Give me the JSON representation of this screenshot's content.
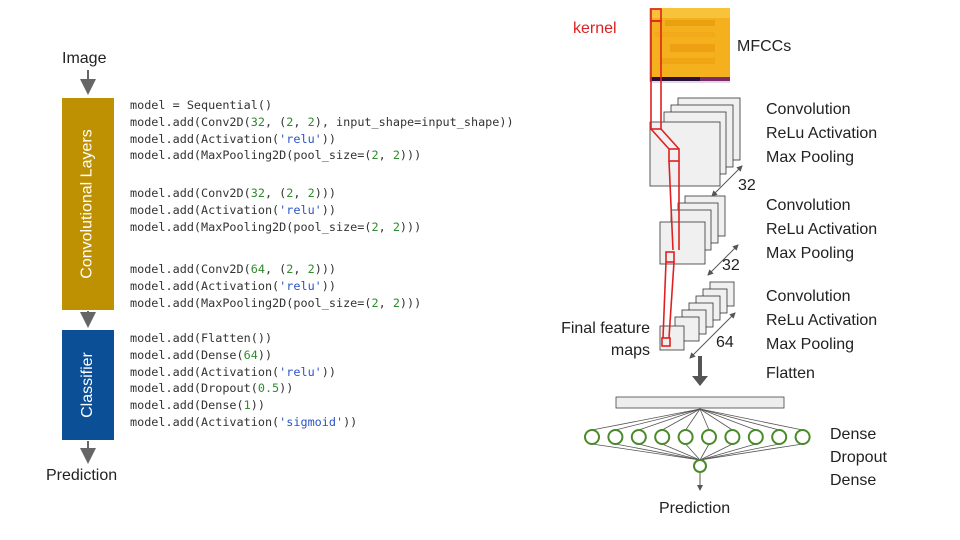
{
  "left": {
    "input_label": "Image",
    "conv_block_label": "Convolutional Layers",
    "classifier_block_label": "Classifier",
    "output_label": "Prediction",
    "colors": {
      "conv_block": "#be9102",
      "classifier_block": "#0b4f97",
      "arrow": "#666666"
    }
  },
  "code_groups": [
    {
      "lines": [
        [
          {
            "t": "model = Sequential()"
          }
        ],
        [
          {
            "t": "model.add(Conv2D("
          },
          {
            "t": "32",
            "c": "num"
          },
          {
            "t": ", ("
          },
          {
            "t": "2",
            "c": "num"
          },
          {
            "t": ", "
          },
          {
            "t": "2",
            "c": "num"
          },
          {
            "t": "), input_shape=input_shape))"
          }
        ],
        [
          {
            "t": "model.add(Activation("
          },
          {
            "t": "'relu'",
            "c": "str"
          },
          {
            "t": "))"
          }
        ],
        [
          {
            "t": "model.add(MaxPooling2D(pool_size=("
          },
          {
            "t": "2",
            "c": "num"
          },
          {
            "t": ", "
          },
          {
            "t": "2",
            "c": "num"
          },
          {
            "t": ")))"
          }
        ]
      ]
    },
    {
      "lines": [
        [
          {
            "t": "model.add(Conv2D("
          },
          {
            "t": "32",
            "c": "num"
          },
          {
            "t": ", ("
          },
          {
            "t": "2",
            "c": "num"
          },
          {
            "t": ", "
          },
          {
            "t": "2",
            "c": "num"
          },
          {
            "t": ")))"
          }
        ],
        [
          {
            "t": "model.add(Activation("
          },
          {
            "t": "'relu'",
            "c": "str"
          },
          {
            "t": "))"
          }
        ],
        [
          {
            "t": "model.add(MaxPooling2D(pool_size=("
          },
          {
            "t": "2",
            "c": "num"
          },
          {
            "t": ", "
          },
          {
            "t": "2",
            "c": "num"
          },
          {
            "t": ")))"
          }
        ]
      ]
    },
    {
      "lines": [
        [
          {
            "t": "model.add(Conv2D("
          },
          {
            "t": "64",
            "c": "num"
          },
          {
            "t": ", ("
          },
          {
            "t": "2",
            "c": "num"
          },
          {
            "t": ", "
          },
          {
            "t": "2",
            "c": "num"
          },
          {
            "t": ")))"
          }
        ],
        [
          {
            "t": "model.add(Activation("
          },
          {
            "t": "'relu'",
            "c": "str"
          },
          {
            "t": "))"
          }
        ],
        [
          {
            "t": "model.add(MaxPooling2D(pool_size=("
          },
          {
            "t": "2",
            "c": "num"
          },
          {
            "t": ", "
          },
          {
            "t": "2",
            "c": "num"
          },
          {
            "t": ")))"
          }
        ]
      ]
    },
    {
      "lines": [
        [
          {
            "t": "model.add(Flatten())"
          }
        ],
        [
          {
            "t": "model.add(Dense("
          },
          {
            "t": "64",
            "c": "num"
          },
          {
            "t": "))"
          }
        ],
        [
          {
            "t": "model.add(Activation("
          },
          {
            "t": "'relu'",
            "c": "str"
          },
          {
            "t": "))"
          }
        ],
        [
          {
            "t": "model.add(Dropout("
          },
          {
            "t": "0.5",
            "c": "num"
          },
          {
            "t": "))"
          }
        ],
        [
          {
            "t": "model.add(Dense("
          },
          {
            "t": "1",
            "c": "num"
          },
          {
            "t": "))"
          }
        ],
        [
          {
            "t": "model.add(Activation("
          },
          {
            "t": "'sigmoid'",
            "c": "str"
          },
          {
            "t": "))"
          }
        ]
      ]
    }
  ],
  "right": {
    "kernel_label": "kernel",
    "mfcc_label": "MFCCs",
    "stages": [
      {
        "line1": "Convolution",
        "line2": "ReLu Activation",
        "line3": "Max Pooling",
        "depth": "32"
      },
      {
        "line1": "Convolution",
        "line2": "ReLu Activation",
        "line3": "Max Pooling",
        "depth": "32"
      },
      {
        "line1": "Convolution",
        "line2": "ReLu Activation",
        "line3": "Max Pooling",
        "depth": "64"
      }
    ],
    "final_maps_line1": "Final feature",
    "final_maps_line2": "maps",
    "flatten_label": "Flatten",
    "dense_labels": {
      "dense1": "Dense",
      "dropout": "Dropout",
      "dense2": "Dense"
    },
    "output_label": "Prediction",
    "neuron_count": 10,
    "colors": {
      "kernel": "#e02020",
      "neuron": "#4a8a2a",
      "feature_map": "#f0f0f0"
    }
  }
}
